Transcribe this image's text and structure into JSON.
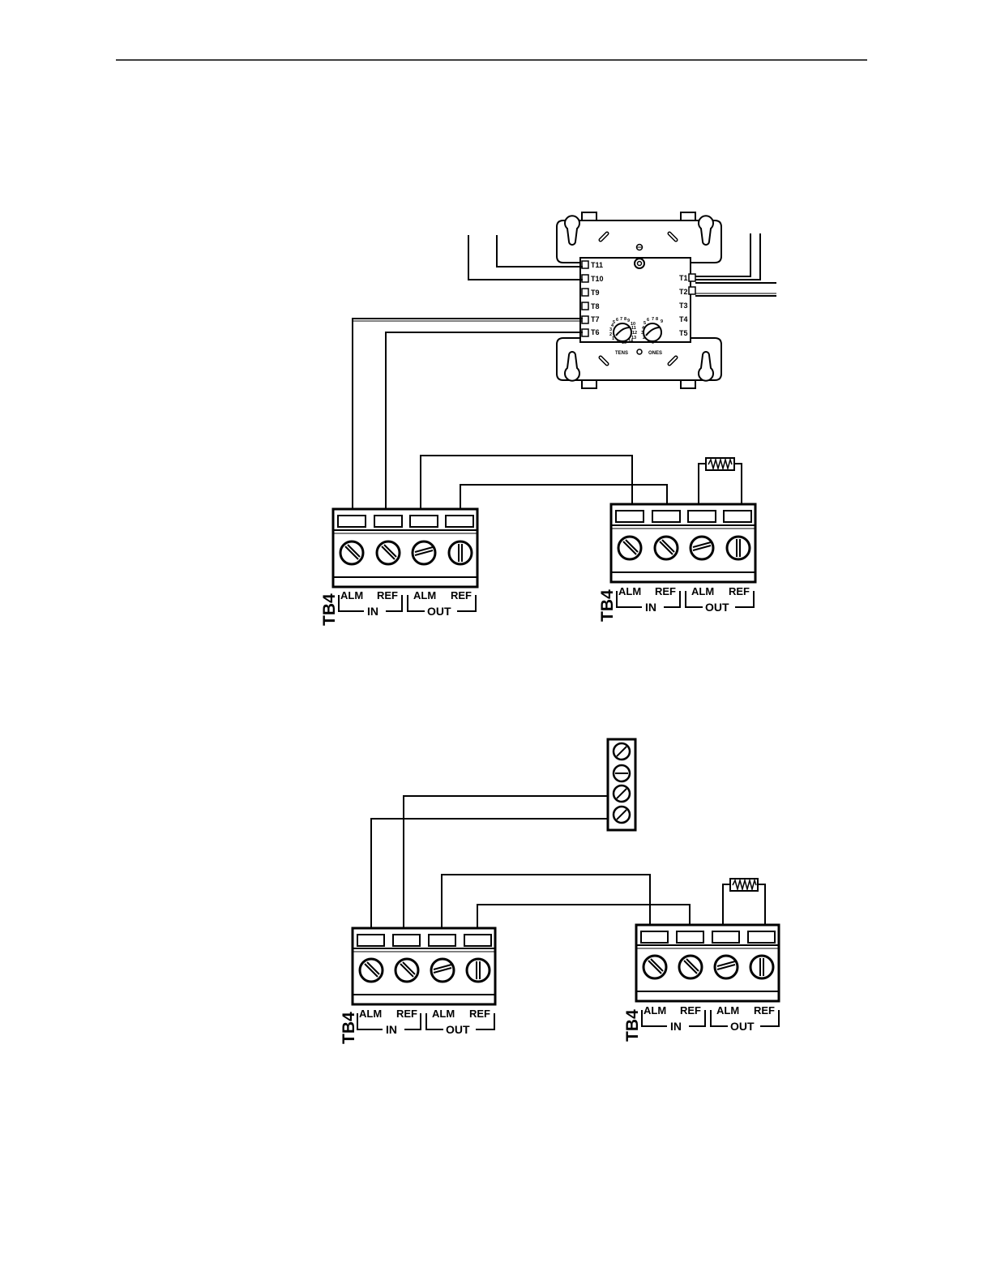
{
  "module": {
    "left_terminals": [
      "T11",
      "T10",
      "T9",
      "T8",
      "T7",
      "T6"
    ],
    "right_terminals": [
      "T1",
      "T2",
      "T3",
      "T4",
      "T5"
    ],
    "dial_tens_label": "TENS",
    "dial_ones_label": "ONES",
    "tens_digits": [
      "2",
      "1",
      "0",
      "15",
      "14",
      "13",
      "12",
      "11",
      "10",
      "9",
      "8",
      "7",
      "6",
      "5",
      "4",
      "3"
    ],
    "ones_digits": [
      "2",
      "1",
      "0",
      "9",
      "8",
      "7",
      "6",
      "5",
      "4",
      "3"
    ]
  },
  "terminal_block": {
    "tb_label": "TB4",
    "alm": "ALM",
    "ref": "REF",
    "in": "IN",
    "out": "OUT"
  }
}
